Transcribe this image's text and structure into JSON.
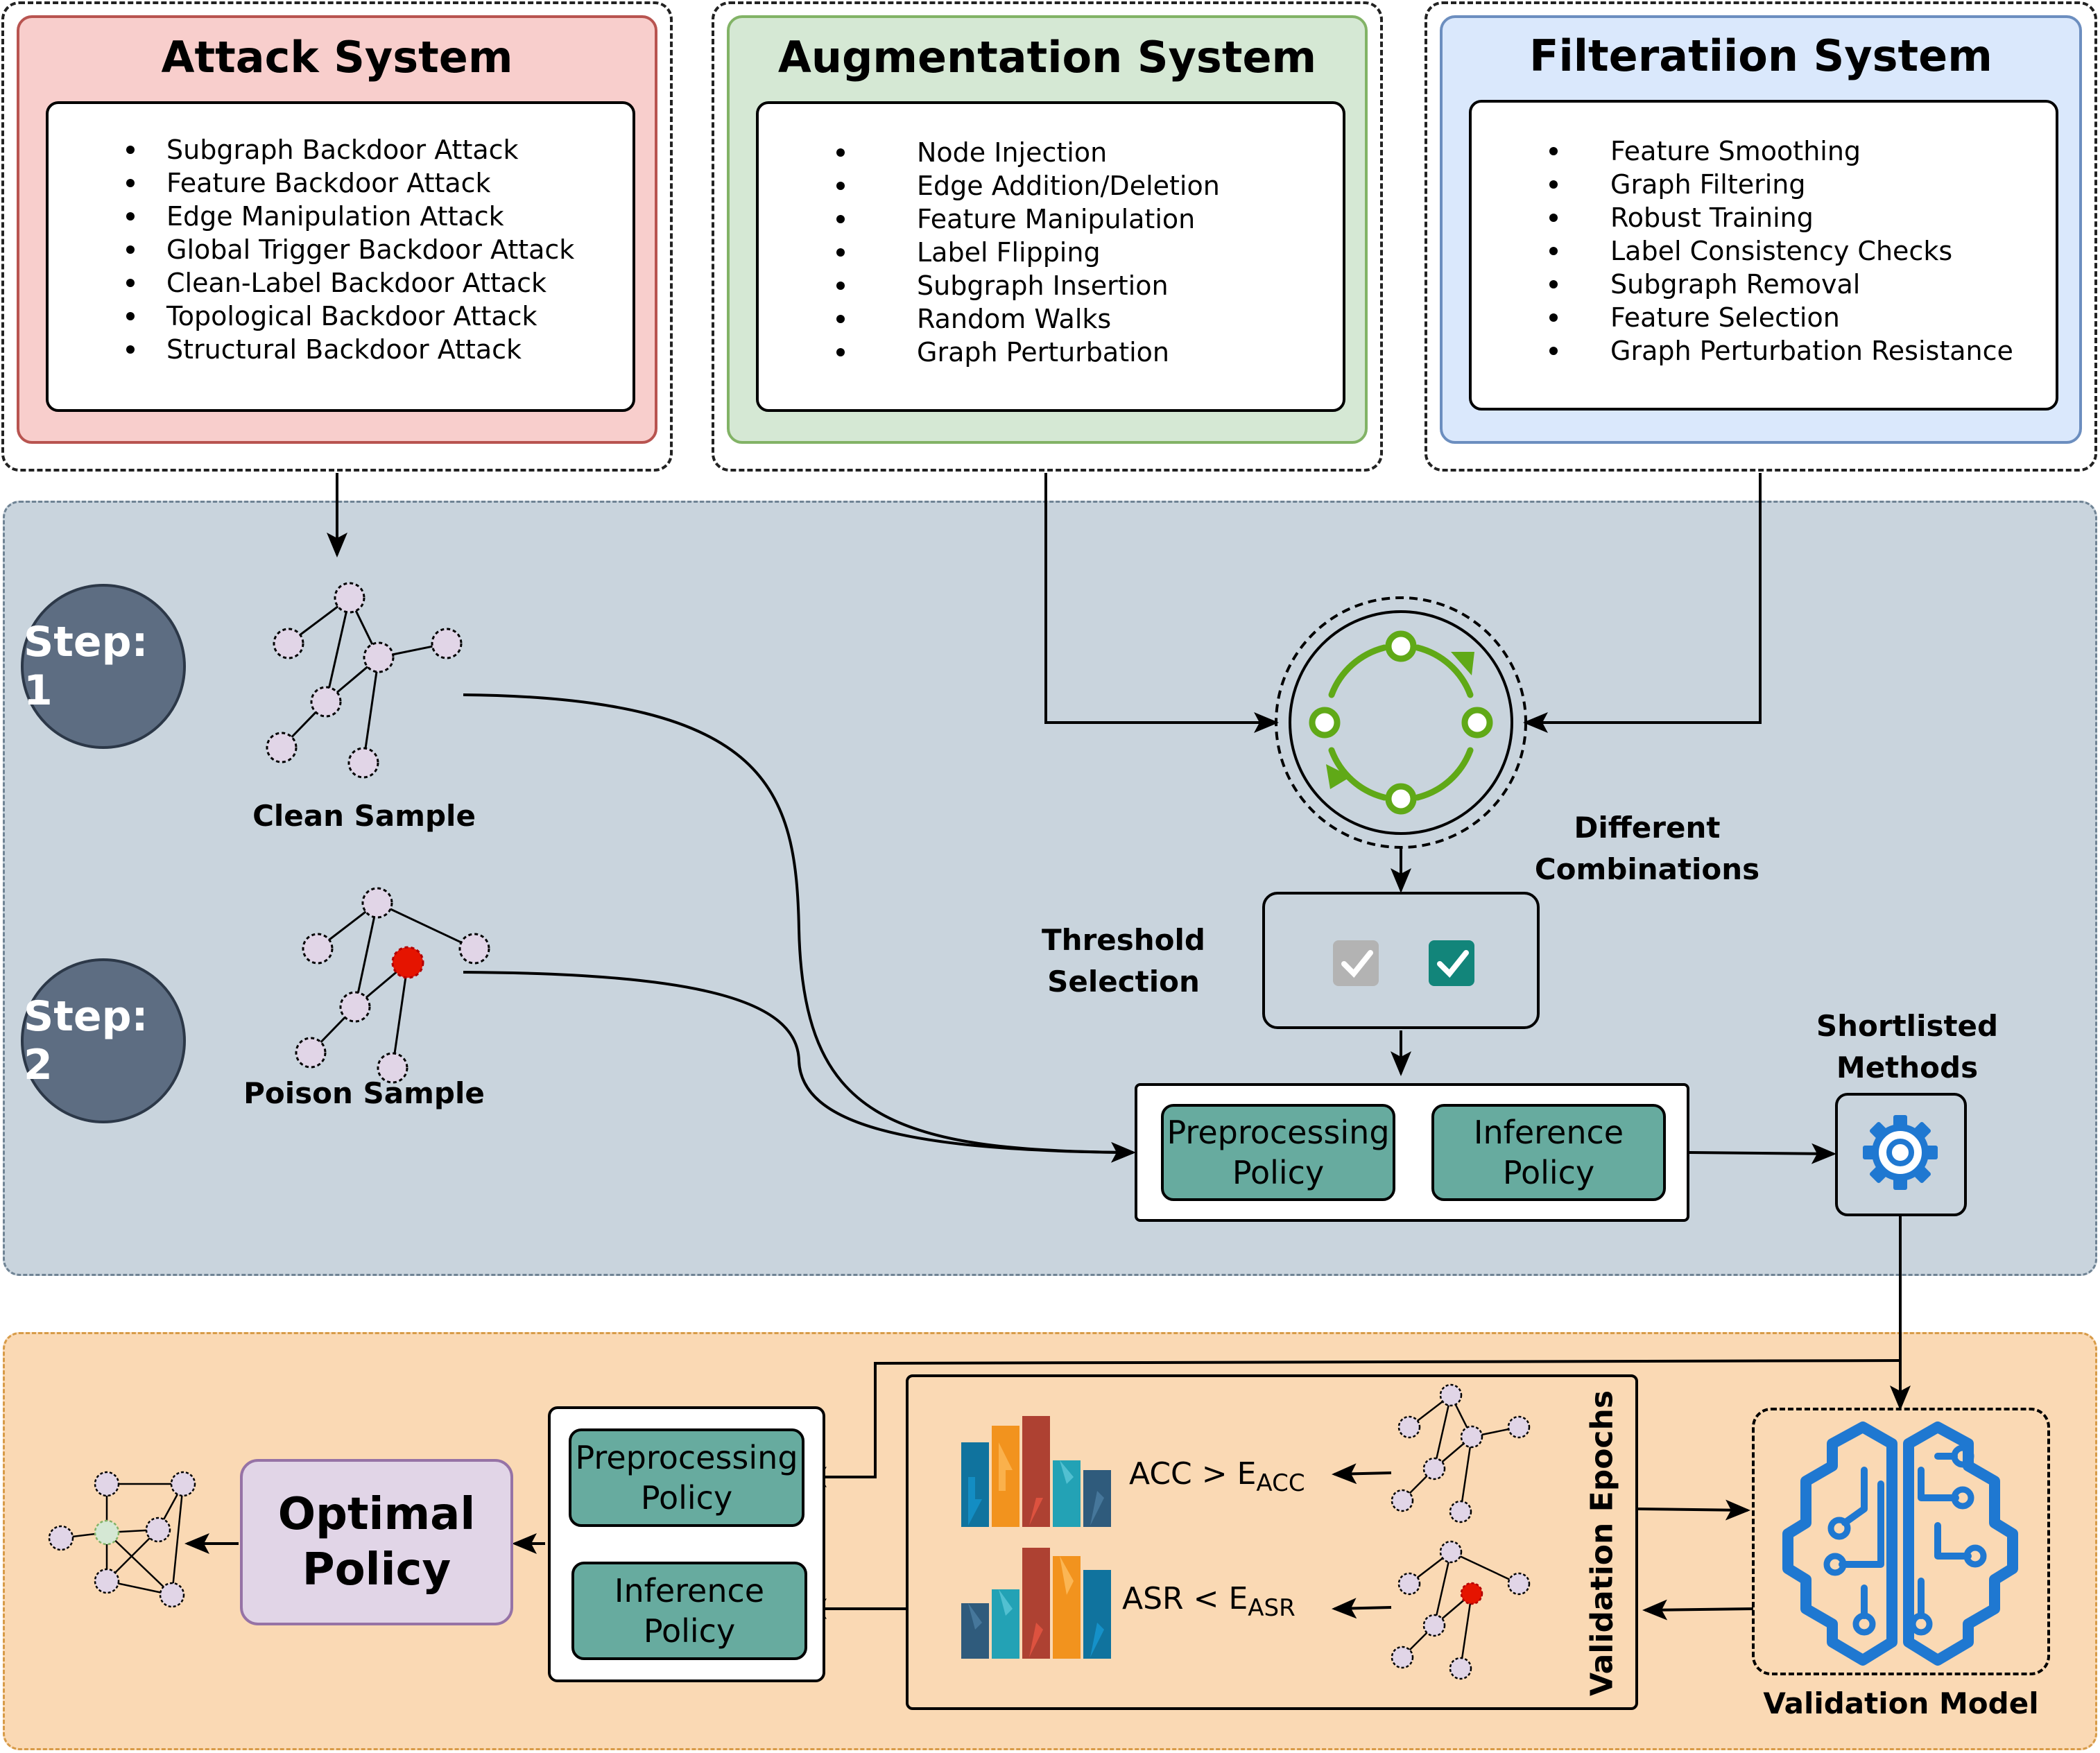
{
  "attack": {
    "title": "Attack System",
    "items": [
      "Subgraph Backdoor Attack",
      "Feature Backdoor Attack",
      "Edge Manipulation Attack",
      "Global Trigger Backdoor Attack",
      "Clean-Label Backdoor Attack",
      "Topological Backdoor Attack",
      "Structural Backdoor Attack"
    ]
  },
  "augmentation": {
    "title": "Augmentation System",
    "items": [
      "Node Injection",
      "Edge Addition/Deletion",
      "Feature Manipulation",
      "Label Flipping",
      "Subgraph Insertion",
      "Random Walks",
      "Graph Perturbation"
    ]
  },
  "filtration": {
    "title": "Filteratiion System",
    "items": [
      "Feature Smoothing",
      "Graph Filtering",
      "Robust Training",
      "Label Consistency Checks",
      "Subgraph Removal",
      "Feature Selection",
      "Graph Perturbation Resistance"
    ]
  },
  "steps": {
    "step1": "Step: 1",
    "step2": "Step: 2"
  },
  "samples": {
    "clean": "Clean Sample",
    "poison": "Poison Sample"
  },
  "labels": {
    "different_combinations_1": "Different",
    "different_combinations_2": "Combinations",
    "threshold_1": "Threshold",
    "threshold_2": "Selection",
    "shortlisted_1": "Shortlisted",
    "shortlisted_2": "Methods",
    "validation_epochs": "Validation Epochs",
    "validation_model": "Validation Model"
  },
  "policies": {
    "preprocessing": "Preprocessing Policy",
    "inference": "Inference Policy",
    "optimal_1": "Optimal",
    "optimal_2": "Policy"
  },
  "metrics": {
    "acc_label": "ACC > E",
    "acc_sub": "ACC",
    "asr_label": "ASR < E",
    "asr_sub": "ASR"
  },
  "colors": {
    "attack_fill": "#f8cecc",
    "attack_border": "#b85450",
    "augment_fill": "#d5e8d4",
    "augment_border": "#82b366",
    "filter_fill": "#dae8fc",
    "filter_border": "#6c8ebf",
    "middle_fill": "#c9d4dd",
    "bottom_fill": "#fad9b4",
    "teal": "#67ab9f",
    "optimal_fill": "#e1d5e7",
    "node_fill": "#e1d5e7",
    "poison_node": "#e51400"
  }
}
